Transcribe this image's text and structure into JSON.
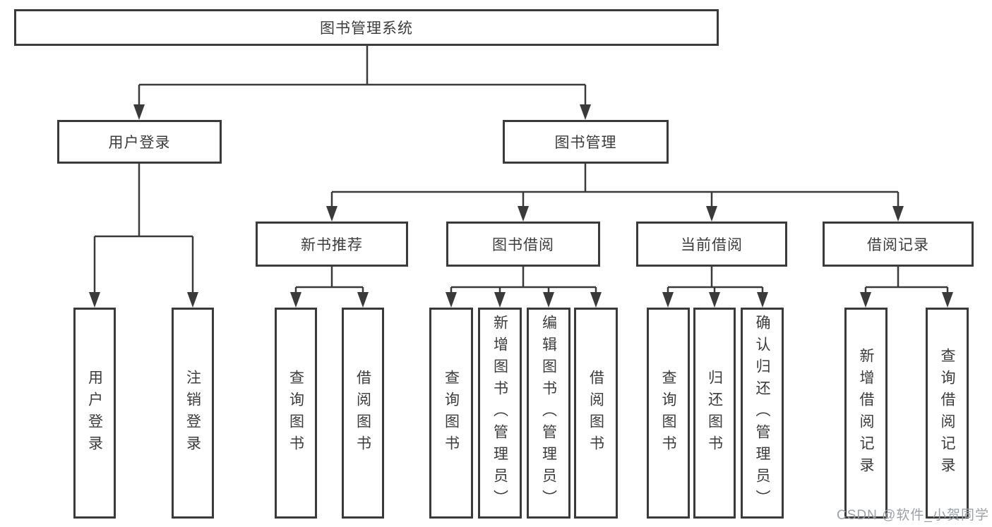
{
  "root": {
    "label": "图书管理系统"
  },
  "level2": {
    "user_login": {
      "label": "用户登录"
    },
    "book_mgmt": {
      "label": "图书管理"
    }
  },
  "level3": {
    "new_books": {
      "label": "新书推荐"
    },
    "book_borrow": {
      "label": "图书借阅"
    },
    "current_borrow": {
      "label": "当前借阅"
    },
    "borrow_records": {
      "label": "借阅记录"
    }
  },
  "leaves": {
    "user_login": [
      "用户登录",
      "注销登录"
    ],
    "new_books": [
      "查询图书",
      "借阅图书"
    ],
    "book_borrow": [
      "查询图书",
      "新增图书（管理员）",
      "编辑图书（管理员）",
      "借阅图书"
    ],
    "current_borrow": [
      "查询图书",
      "归还图书",
      "确认归还（管理员）"
    ],
    "borrow_records": [
      "新增借阅记录",
      "查询借阅记录"
    ]
  },
  "watermark": "CSDN @软件_小贺同学",
  "colors": {
    "line": "#3a3a3a",
    "text": "#3c3c3c",
    "box_bg": "#ffffff",
    "watermark": "#9ba1a9"
  }
}
